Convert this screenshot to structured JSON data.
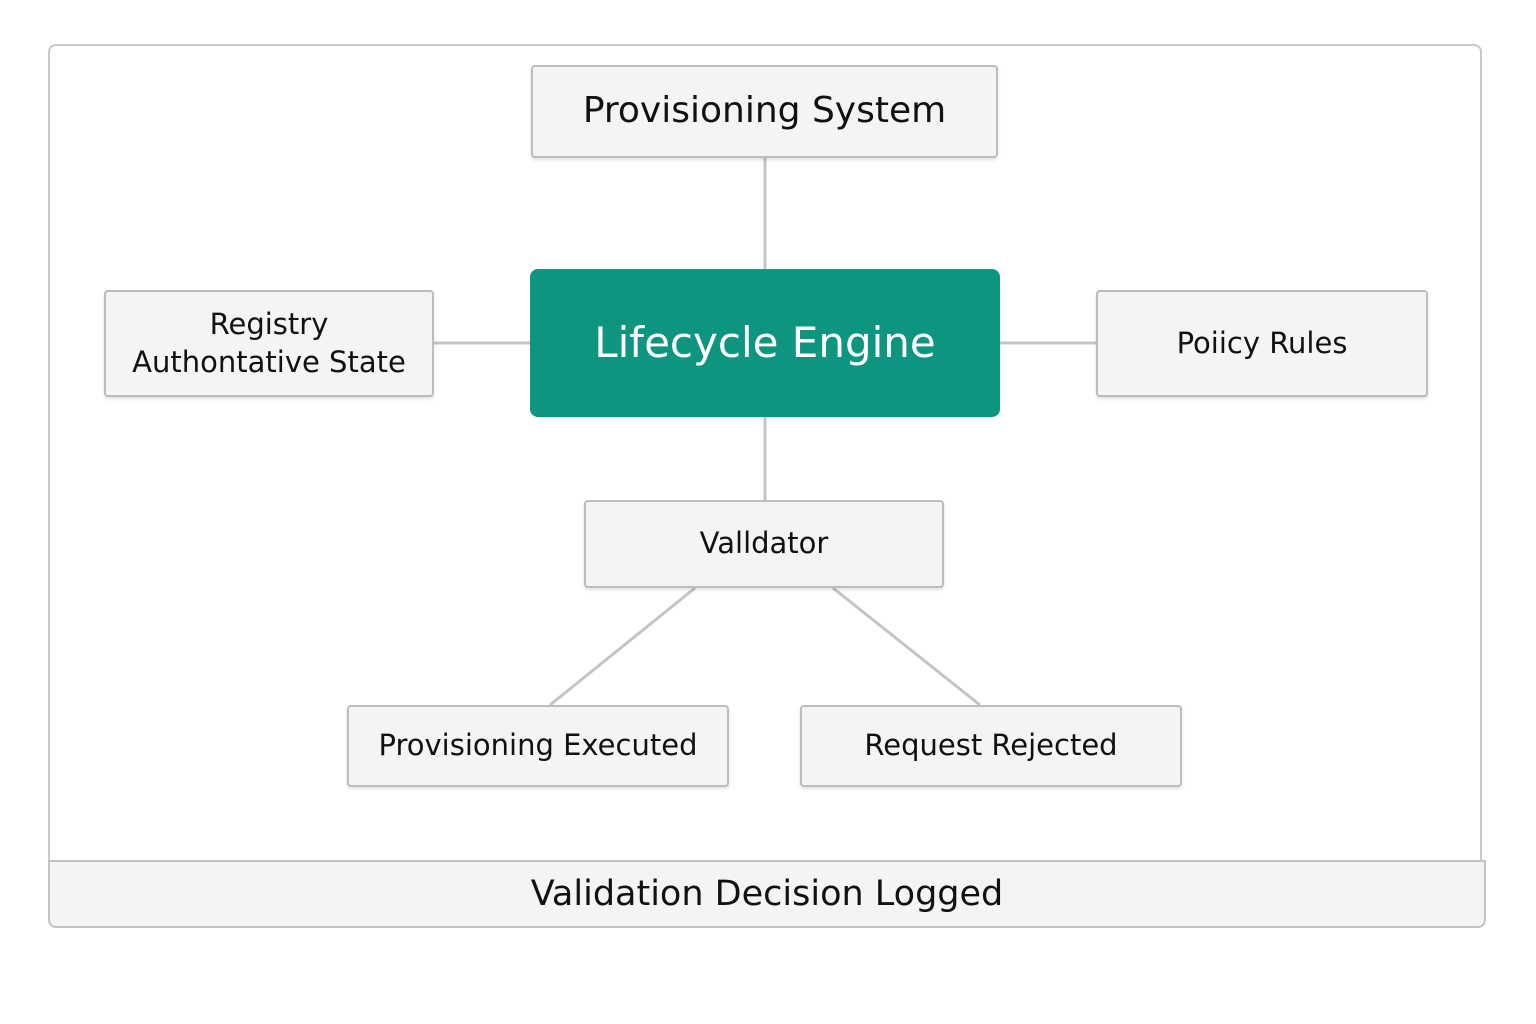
{
  "diagram": {
    "nodes": {
      "provisioning_system": "Provisioning System",
      "lifecycle_engine": "Lifecycle Engine",
      "registry_line1": "Registry",
      "registry_line2": "Authontative State",
      "policy_rules": "Poiicy Rules",
      "validator": "Valldator",
      "provisioning_executed": "Provisioning Executed",
      "request_rejected": "Request Rejected"
    },
    "footer": "Validation Decision Logged",
    "colors": {
      "engine_fill": "#0e9580",
      "node_fill": "#f4f4f4",
      "border": "#bdbdbd",
      "connector": "#c4c4c4"
    }
  }
}
